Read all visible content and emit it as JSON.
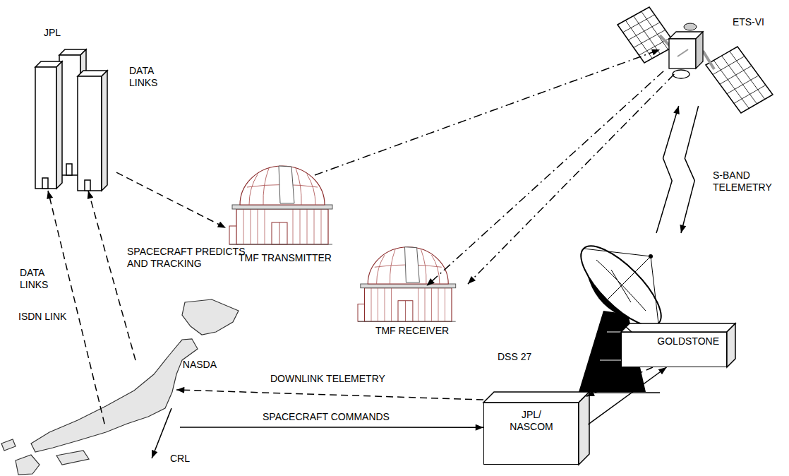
{
  "diagram": {
    "nodes": [
      {
        "text": [
          "JPL"
        ]
      },
      {
        "text": [
          "ETS-VI"
        ]
      },
      {
        "text": [
          "TMF TRANSMITTER"
        ]
      },
      {
        "text": [
          "TMF RECEIVER"
        ]
      },
      {
        "text": [
          "DSS 27"
        ]
      },
      {
        "text": [
          "GOLDSTONE"
        ]
      },
      {
        "text": [
          "JPL/ NASCOM"
        ]
      },
      {
        "text": [
          "NASDA"
        ]
      },
      {
        "text": [
          "CRL"
        ]
      }
    ],
    "edges": [
      {
        "from": 0,
        "to": 2,
        "arrow": "to",
        "label": "DATA LINKS"
      },
      {
        "from": 2,
        "to": 1,
        "arrow": "to"
      },
      {
        "from": 1,
        "to": 3,
        "arrow": "to"
      },
      {
        "from": 1,
        "to": 3,
        "arrow": "to"
      },
      {
        "from": 4,
        "to": 1,
        "arrow": "to",
        "label": "S-BAND TELEMETRY"
      },
      {
        "from": 1,
        "to": 4,
        "arrow": "to"
      },
      {
        "from": 5,
        "to": 4,
        "arrow": "to"
      },
      {
        "from": 5,
        "to": 6,
        "arrow": "to"
      },
      {
        "from": 6,
        "to": 5,
        "arrow": "to"
      },
      {
        "from": 6,
        "to": 7,
        "arrow": "to",
        "label": "DOWNLINK TELEMETRY"
      },
      {
        "from": 7,
        "to": 6,
        "arrow": "to",
        "label": "SPACECRAFT COMMANDS"
      },
      {
        "from": 7,
        "to": 8,
        "arrow": "to"
      },
      {
        "from": 8,
        "to": 0,
        "arrow": "to",
        "label": "ISDN LINK"
      },
      {
        "from": 7,
        "to": 0,
        "arrow": "to",
        "label": "SPACECRAFT PREDICTS AND TRACKING"
      }
    ],
    "labels": [
      "DATA LINKS"
    ]
  }
}
